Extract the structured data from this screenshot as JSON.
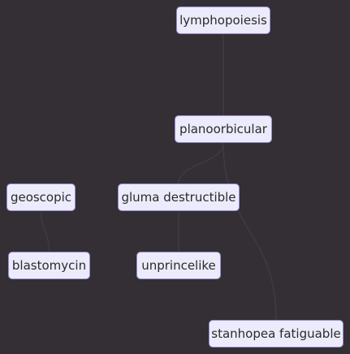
{
  "nodes": [
    {
      "id": "n1",
      "label": "lymphopoiesis"
    },
    {
      "id": "n2",
      "label": "planoorbicular"
    },
    {
      "id": "n3",
      "label": "geoscopic"
    },
    {
      "id": "n4",
      "label": "gluma destructible"
    },
    {
      "id": "n5",
      "label": "blastomycin"
    },
    {
      "id": "n6",
      "label": "unprincelike"
    },
    {
      "id": "n7",
      "label": "stanhopea fatiguable"
    }
  ],
  "edges": [
    {
      "from": "n1",
      "to": "n2"
    },
    {
      "from": "n2",
      "to": "n4"
    },
    {
      "from": "n2",
      "to": "n7"
    },
    {
      "from": "n3",
      "to": "n5"
    },
    {
      "from": "n4",
      "to": "n6"
    }
  ],
  "colors": {
    "background": "#332f35",
    "node_fill": "#ecebfb",
    "node_border": "#9a8ed1",
    "edge": "#3f3b44"
  }
}
